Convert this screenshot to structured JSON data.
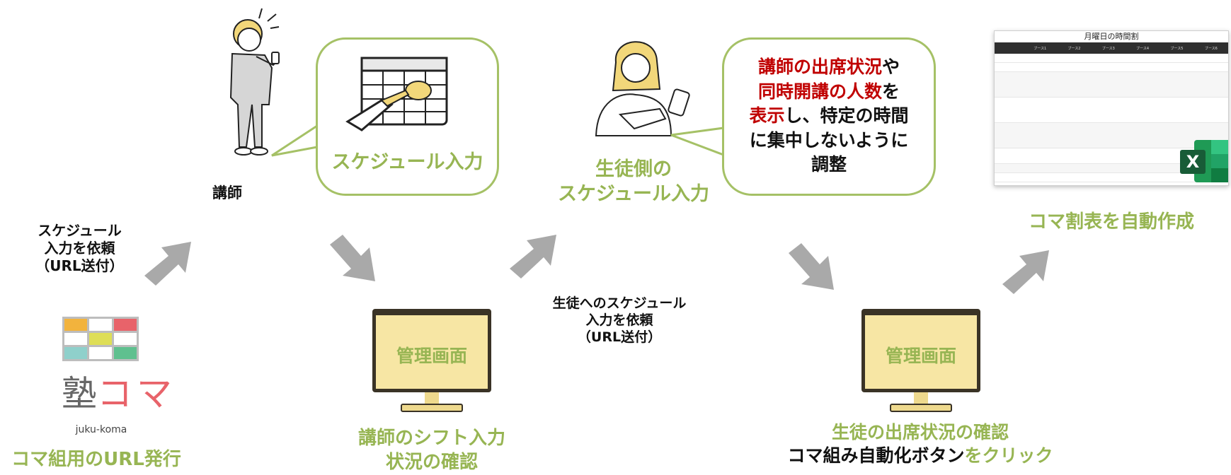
{
  "teacher": {
    "label": "講師",
    "bubble_text": "スケジュール入力"
  },
  "request_teacher": [
    "スケジュール",
    "入力を依頼",
    "（URL送付）"
  ],
  "logo": {
    "kanji": "塾",
    "kana": "コマ",
    "romaji": "juku-koma",
    "caption": "コマ組用のURL発行",
    "grid_colors": [
      "#f2b33d",
      "#ffffff",
      "#e8636a",
      "#ffffff",
      "#dede56",
      "#ffffff",
      "#8fd0cb",
      "#ffffff",
      "#5fc08f"
    ]
  },
  "monitor1": {
    "screen_label": "管理画面",
    "caption": [
      "講師のシフト入力",
      "状況の確認"
    ]
  },
  "request_student": [
    "生徒へのスケジュール",
    "入力を依頼",
    "（URL送付）"
  ],
  "student": {
    "caption": [
      "生徒側の",
      "スケジュール入力"
    ]
  },
  "bubble2": {
    "line1_red": "講師の出席状況",
    "line1_black": "や",
    "line2_red": "同時開講の人数",
    "line2_black": "を",
    "line3_red": "表示",
    "line3_black": "し、特定の時間",
    "line4": "に集中しないように",
    "line5": "調整"
  },
  "monitor2": {
    "screen_label": "管理画面",
    "caption_line1": "生徒の出席状況の確認",
    "caption_line2_black": "コマ組み自動化ボタン",
    "caption_line2_green": "をクリック"
  },
  "timetable": {
    "title": "月曜日の時間割",
    "columns": [
      "ブース1",
      "ブース2",
      "ブース3",
      "ブース4",
      "ブース5",
      "ブース6"
    ],
    "excel_letter": "X"
  },
  "result_caption": "コマ割表を自動作成",
  "colors": {
    "green": "#97b553",
    "red": "#c00000",
    "arrow": "#a9a9a9"
  }
}
